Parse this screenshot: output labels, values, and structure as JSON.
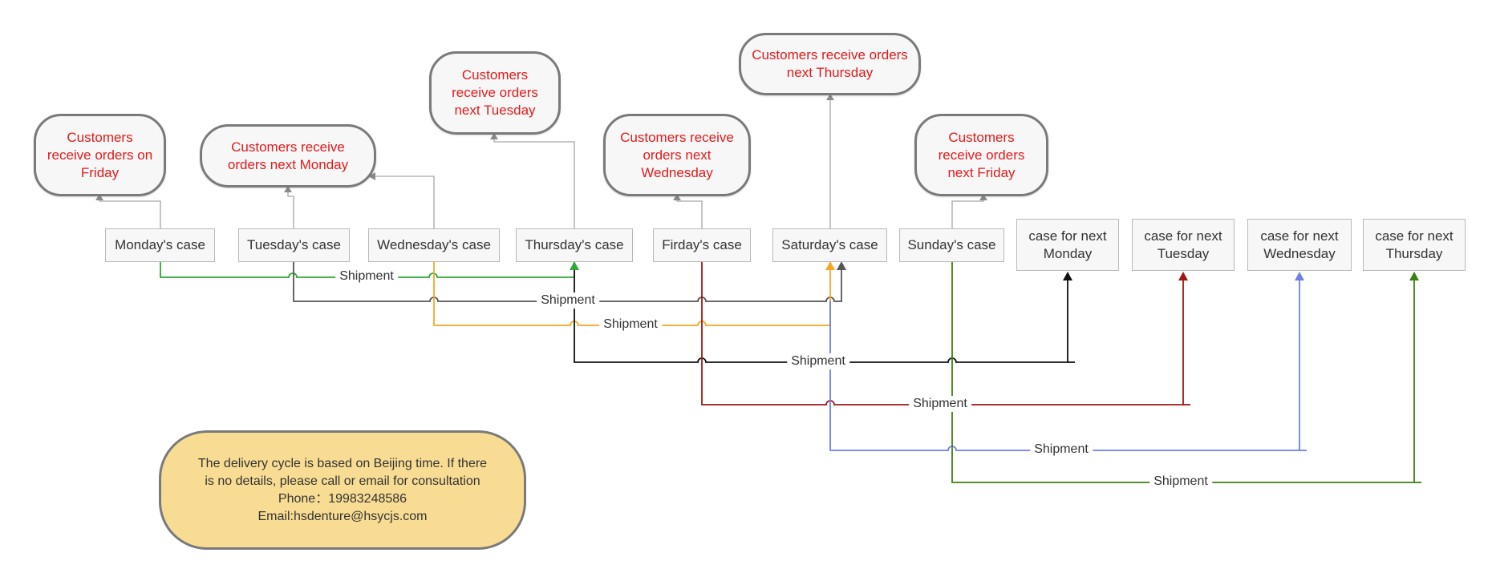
{
  "colors": {
    "monday": "#2ea836",
    "tuesday": "#555555",
    "wednesday": "#f5a623",
    "thursday": "#111111",
    "friday": "#a31515",
    "saturday": "#6f7fe8",
    "sunday": "#3f7f12",
    "connector": "#a6a6a6",
    "destination_text": "#e01b1b",
    "note_fill": "#f8dc93"
  },
  "outcomes": {
    "friday": "Customers receive orders on Friday",
    "next_monday": "Customers receive orders next Monday",
    "next_tuesday": "Customers receive orders next Tuesday",
    "next_wednesday": "Customers receive orders next Wednesday",
    "next_thursday": "Customers receive orders next Thursday",
    "next_friday": "Customers receive orders next Friday"
  },
  "cases": {
    "monday": "Monday's case",
    "tuesday": "Tuesday's case",
    "wednesday": "Wednesday's case",
    "thursday": "Thursday's case",
    "friday": "Firday's case",
    "saturday": "Saturday's case",
    "sunday": "Sunday's case",
    "next_monday": "case for next Monday",
    "next_tuesday": "case for next Tuesday",
    "next_wednesday": "case for next Wednesday",
    "next_thursday": "case for next Thursday"
  },
  "shipment_label": "Shipment",
  "note": {
    "line1": "The delivery cycle is based on Beijing time. If there is no details, please call or email for consultation",
    "phone": "Phone：19983248586",
    "email": "Email:hsdenture@hsycjs.com"
  }
}
